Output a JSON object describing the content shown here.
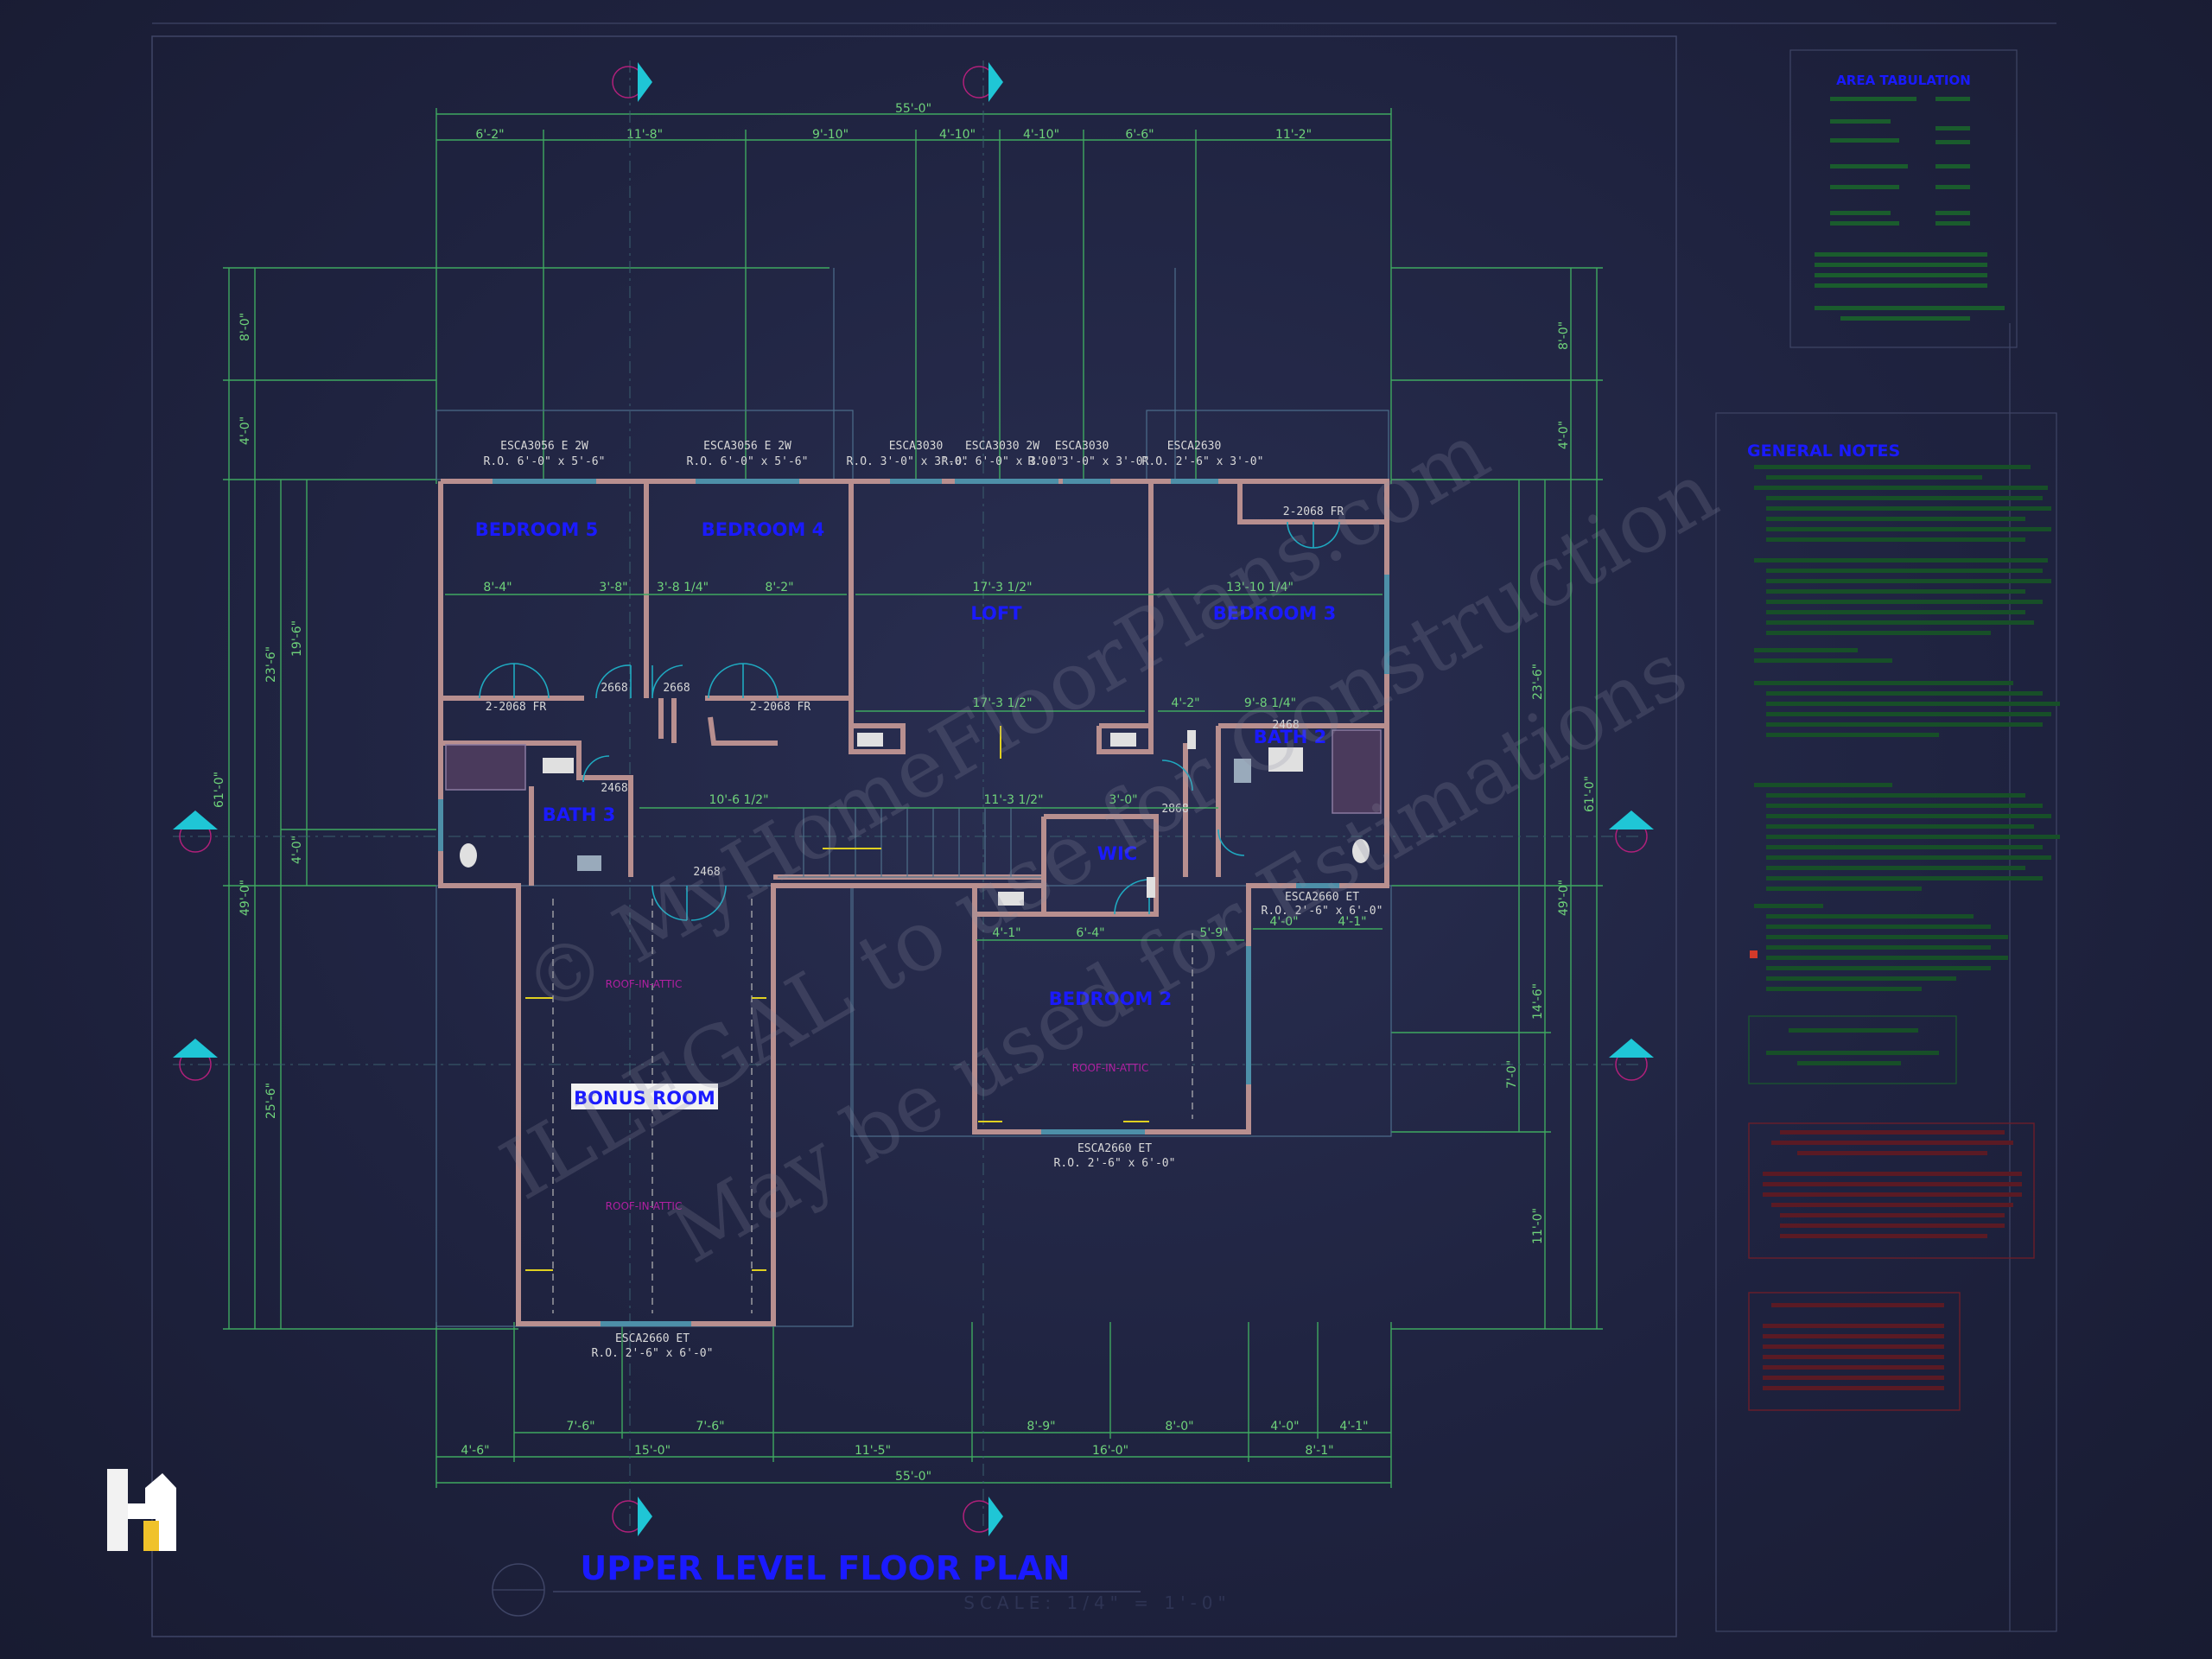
{
  "title": "UPPER LEVEL FLOOR PLAN",
  "scale": "SCALE: 1/4\" = 1'-0\"",
  "watermark": {
    "line1": "© MyHomeFloorPlans.com",
    "line2": "ILLEGAL to use for Construction",
    "line3": "May be used for Estimations"
  },
  "rooms": {
    "bedroom5": "BEDROOM 5",
    "bedroom4": "BEDROOM 4",
    "loft": "LOFT",
    "bedroom3": "BEDROOM 3",
    "bath3": "BATH 3",
    "bath2": "BATH 2",
    "wic": "WIC",
    "bedroom2": "BEDROOM 2",
    "bonus": "BONUS ROOM"
  },
  "windows": {
    "w1": "ESCA3056 E 2W",
    "w1ro": "R.O. 6'-0\" x 5'-6\"",
    "w2": "ESCA3056 E 2W",
    "w2ro": "R.O. 6'-0\" x 5'-6\"",
    "w3": "ESCA3030",
    "w3ro": "R.O. 3'-0\" x 3'-0\"",
    "w4": "ESCA3030 2W",
    "w4ro": "R.O. 6'-0\" x 3'-0\"",
    "w5": "ESCA3030",
    "w5ro": "R.O. 3'-0\" x 3'-0\"",
    "w6": "ESCA2630",
    "w6ro": "R.O. 2'-6\" x 3'-0\"",
    "w7": "ESCA2660 ET",
    "w7ro": "R.O. 2'-6\" x 6'-0\"",
    "w8": "ESCA2660 ET",
    "w8ro": "R.O. 2'-6\" x 6'-0\"",
    "w9": "ESCA2660 ET",
    "w9ro": "R.O. 2'-6\" x 6'-0\""
  },
  "doors": {
    "d1": "2-2068 FR",
    "d2": "2-2068 FR",
    "d3": "2-2068 FR",
    "d4": "2668",
    "d5": "2668",
    "d6": "2468",
    "d7": "2468",
    "d8": "2468",
    "d9": "2868"
  },
  "dims_top": {
    "overall": "55'-0\"",
    "d1": "6'-2\"",
    "d2": "11'-8\"",
    "d3": "9'-10\"",
    "d4": "4'-10\"",
    "d5": "4'-10\"",
    "d6": "6'-6\"",
    "d7": "11'-2\""
  },
  "dims_bottom": {
    "overall": "55'-0\"",
    "a1": "7'-6\"",
    "a2": "7'-6\"",
    "a3": "8'-9\"",
    "a4": "8'-0\"",
    "a5": "4'-0\"",
    "a6": "4'-1\"",
    "b1": "4'-6\"",
    "b2": "15'-0\"",
    "b3": "11'-5\"",
    "b4": "16'-0\"",
    "b5": "8'-1\""
  },
  "dims_left": {
    "l1": "8'-0\"",
    "l2": "4'-0\"",
    "l3": "23'-6\"",
    "l4": "19'-6\"",
    "l5": "4'-0\"",
    "l6": "61'-0\"",
    "l7": "49'-0\"",
    "l8": "25'-6\""
  },
  "dims_right": {
    "r1": "8'-0\"",
    "r2": "4'-0\"",
    "r3": "23'-6\"",
    "r4": "61'-0\"",
    "r5": "49'-0\"",
    "r6": "14'-6\"",
    "r7": "11'-0\"",
    "r8": "7'-0\""
  },
  "dims_inner": {
    "i1": "8'-4\"",
    "i2": "3'-8\"",
    "i3": "3'-8 1/4\"",
    "i4": "8'-2\"",
    "i5": "17'-3 1/2\"",
    "i6": "13'-10 1/4\"",
    "i7": "17'-3 1/2\"",
    "i8": "9'-8 1/4\"",
    "i9": "4'-2\"",
    "i10": "10'-6 1/2\"",
    "i11": "11'-3 1/2\"",
    "i12": "3'-0\"",
    "i13": "4'-1\"",
    "i14": "6'-4\"",
    "i15": "5'-9\"",
    "i16": "4'-0\"",
    "i17": "4'-1\""
  },
  "attic": {
    "a1": "ROOF-IN-ATTIC",
    "a2": "ROOF-IN-ATTIC",
    "a3": "ROOF-IN-ATTIC"
  },
  "area_table": {
    "title": "AREA TABULATION"
  },
  "notes": {
    "title": "GENERAL NOTES"
  },
  "colors": {
    "wall": "#b88f8f",
    "dim": "#3fa860",
    "label": "#1a1aff",
    "marker": "#1fc6d6",
    "bg": "#1f2340"
  }
}
